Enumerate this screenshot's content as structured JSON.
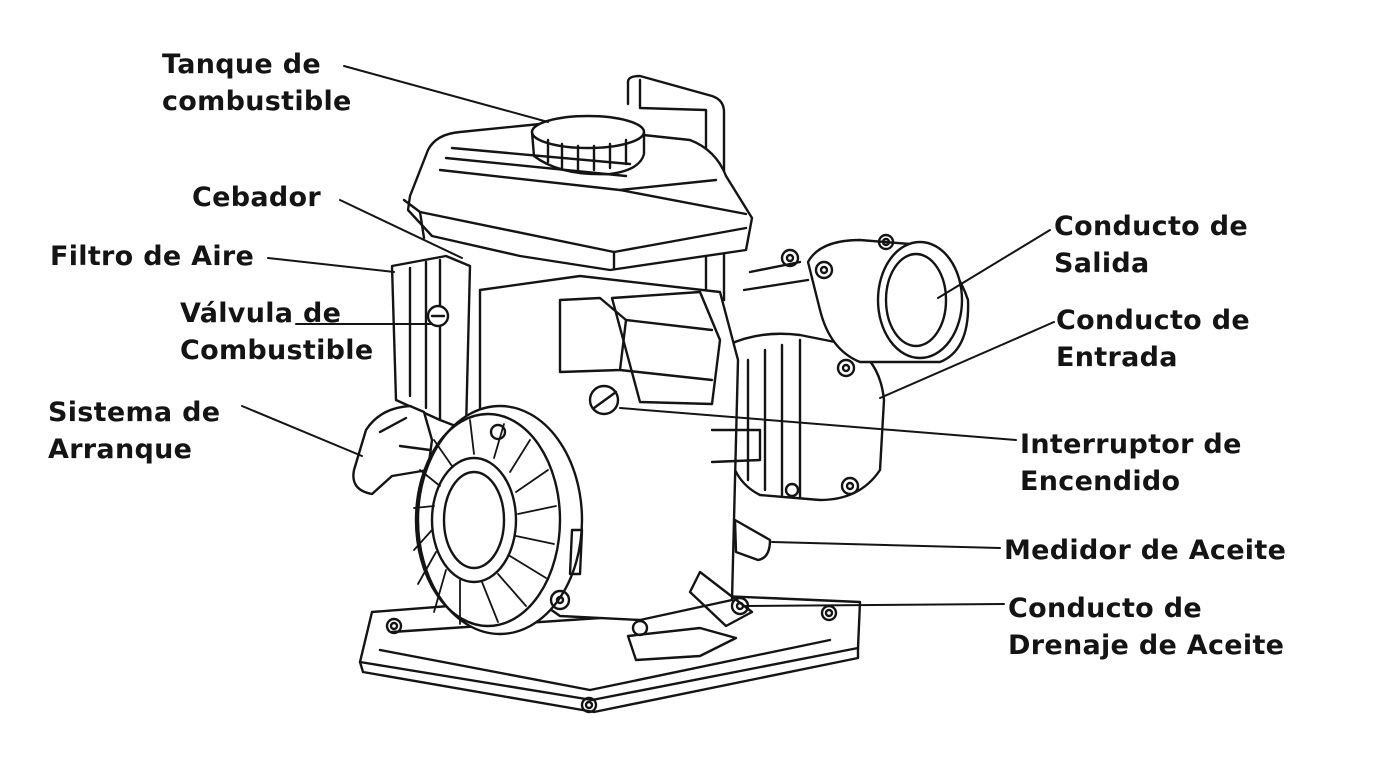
{
  "labels": {
    "fuel_tank": [
      "Tanque de",
      "combustible"
    ],
    "choke": [
      "Cebador"
    ],
    "air_filter": [
      "Filtro de Aire"
    ],
    "fuel_valve": [
      "Válvula de",
      "Combustible"
    ],
    "starter": [
      "Sistema de",
      "Arranque"
    ],
    "outlet": [
      "Conducto de",
      "Salida"
    ],
    "inlet": [
      "Conducto de",
      "Entrada"
    ],
    "ignition_switch": [
      "Interruptor de",
      "Encendido"
    ],
    "oil_gauge": [
      "Medidor de Aceite"
    ],
    "oil_drain": [
      "Conducto de",
      "Drenaje de Aceite"
    ]
  },
  "colors": {
    "ink": "#141414",
    "background": "#ffffff"
  }
}
